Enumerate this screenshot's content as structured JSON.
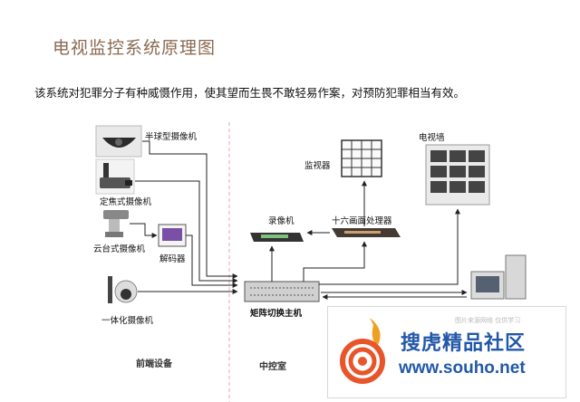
{
  "title": "电视监控系统原理图",
  "intro": "该系统对犯罪分子有种威慑作用，使其望而生畏不敢轻易作案，对预防犯罪相当有效。",
  "labels": {
    "dome_camera": "半球型摄像机",
    "fixed_camera": "定焦式摄像机",
    "ptz_camera": "云台式摄像机",
    "decoder": "解码器",
    "integrated_camera": "一体化摄像机",
    "monitor": "监视器",
    "video_wall": "电视墙",
    "recorder": "录像机",
    "multiplexer": "十六画面处理器",
    "matrix": "矩阵切换主机"
  },
  "sections": {
    "front_end": "前端设备",
    "control_room": "中控室"
  },
  "watermark": {
    "name": "搜虎精品社区",
    "url": "www.souho.net",
    "faint": "图片来源网络 仅供学习"
  },
  "colors": {
    "title": "#8a6a52",
    "watermark": "#2258a8",
    "divider": "#e3a8a8",
    "line": "#222222"
  }
}
